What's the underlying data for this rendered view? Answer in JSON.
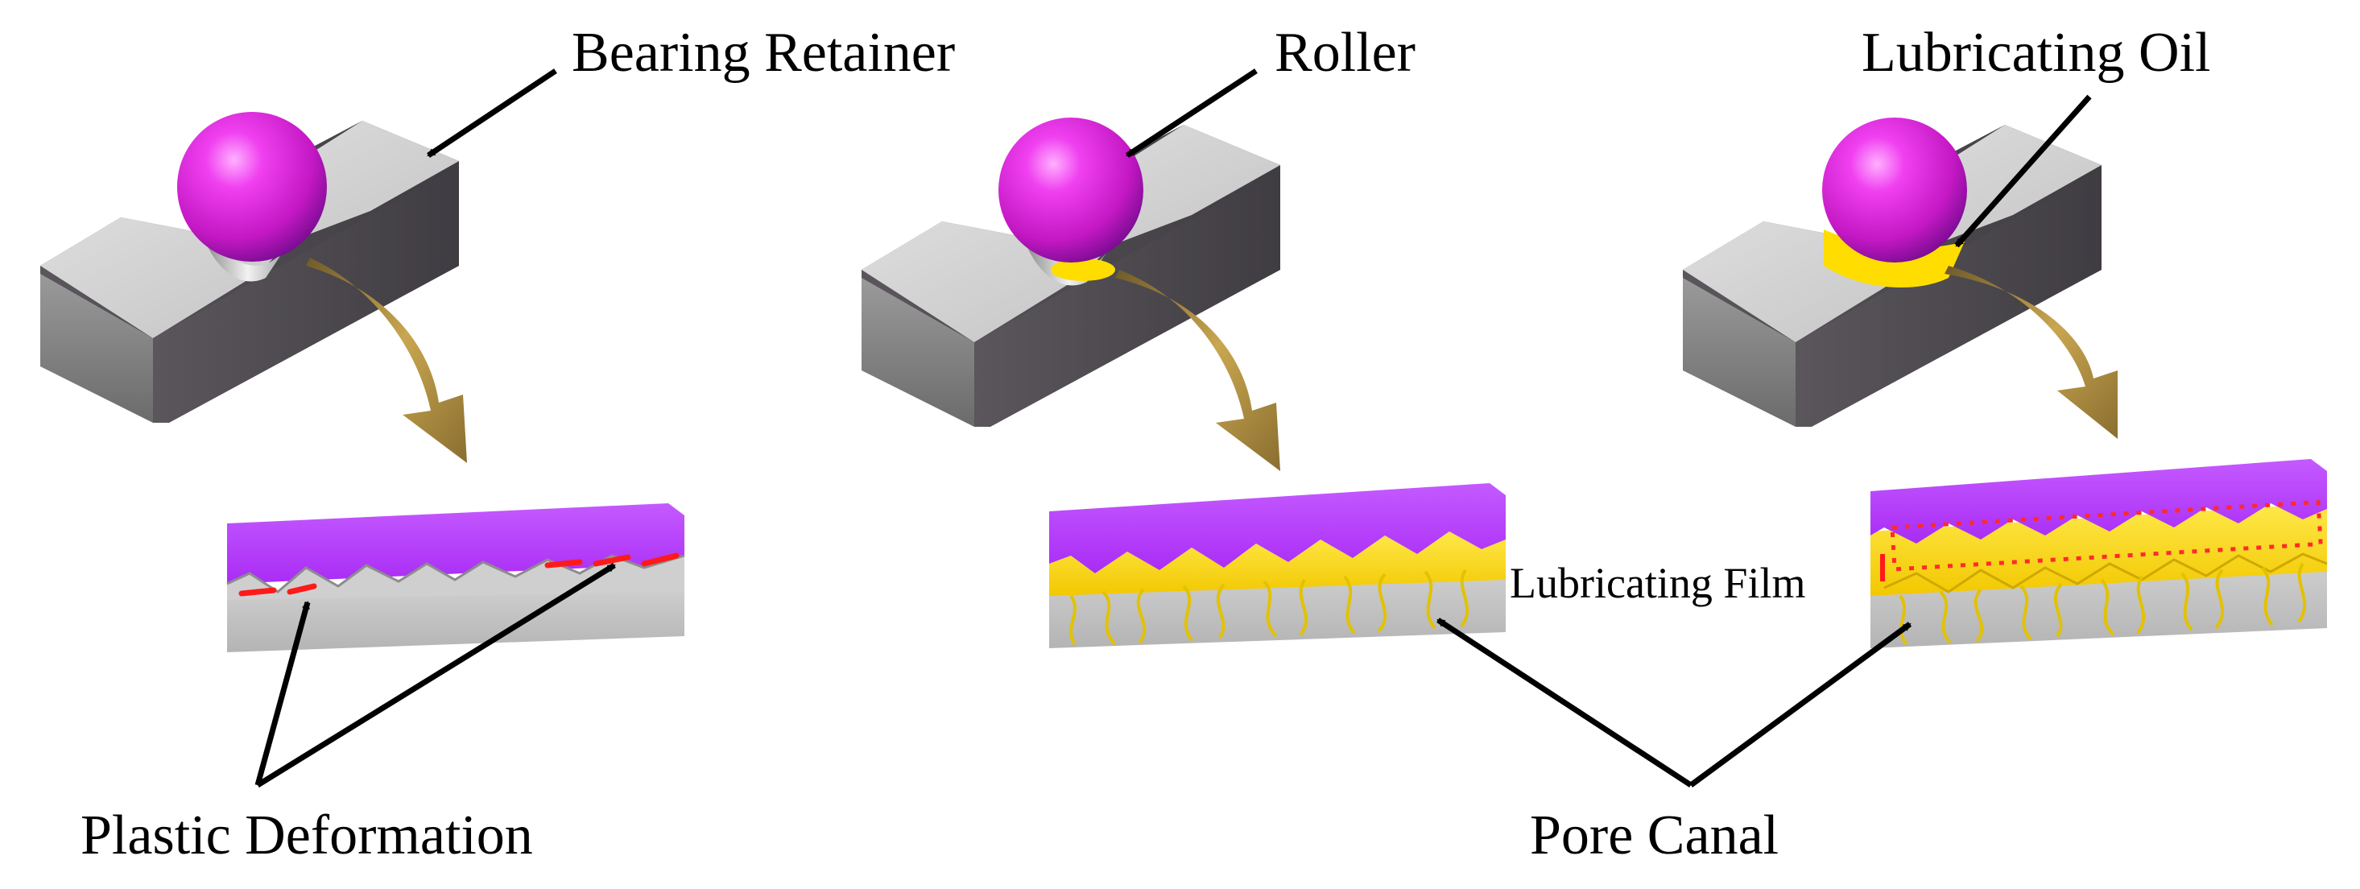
{
  "labels": {
    "bearing_retainer": "Bearing Retainer",
    "roller": "Roller",
    "lubricating_oil": "Lubricating Oil",
    "lubricating_film": "Lubricating Film",
    "plastic_deformation": "Plastic Deformation",
    "pore_canal": "Pore Canal"
  },
  "colors": {
    "roller_magenta": "#d21ed2",
    "retainer_face_light": "#d9d9d9",
    "retainer_face_dark": "#4d4a50",
    "flow_arrow_gold": "#a8873d",
    "slab_purple": "#b33dff",
    "slab_base_gray": "#c4c4c4",
    "lubricant_yellow": "#ffdd00",
    "deformation_red": "#ff1a1a",
    "film_outline_red": "#ff2a2a"
  },
  "panels": [
    {
      "name": "no-lubrication",
      "lubricant": "none",
      "contact": "plastic-deformation"
    },
    {
      "name": "pore-lubrication",
      "lubricant": "pore-oil",
      "contact": "oil-in-asperities"
    },
    {
      "name": "film-lubrication",
      "lubricant": "lubricating-oil",
      "contact": "lubricating-film"
    }
  ]
}
